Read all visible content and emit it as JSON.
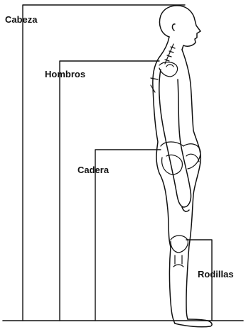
{
  "labels": {
    "head": "Cabeza",
    "shoulders": "Hombros",
    "hip": "Cadera",
    "knees": "Rodillas"
  },
  "colors": {
    "line": "#111111",
    "background": "#ffffff"
  }
}
